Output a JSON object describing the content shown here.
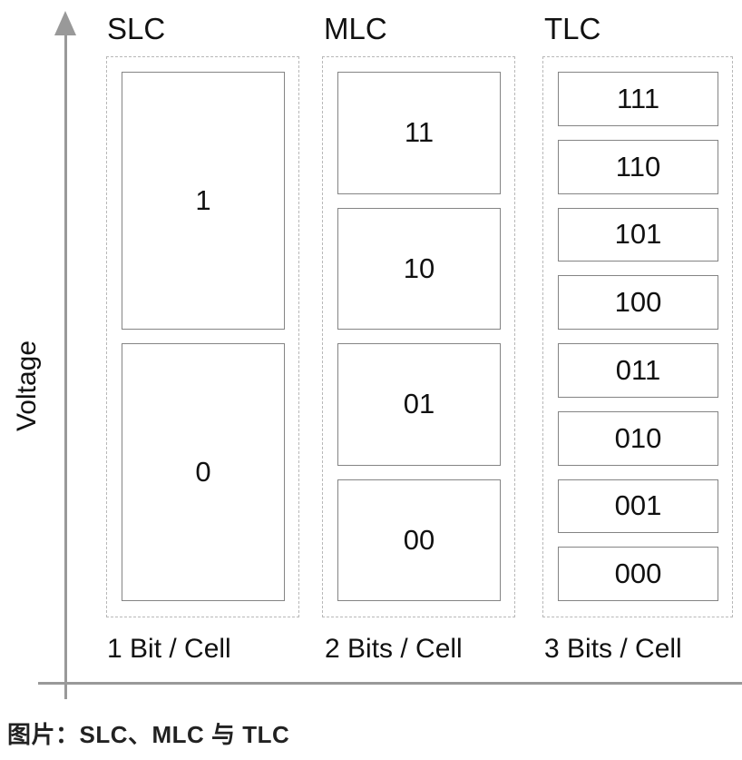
{
  "axis": {
    "y_label": "Voltage"
  },
  "columns": [
    {
      "title": "SLC",
      "bits_label": "1 Bit / Cell",
      "boxes": [
        "1",
        "0"
      ]
    },
    {
      "title": "MLC",
      "bits_label": "2 Bits / Cell",
      "boxes": [
        "11",
        "10",
        "01",
        "00"
      ]
    },
    {
      "title": "TLC",
      "bits_label": "3 Bits / Cell",
      "boxes": [
        "111",
        "110",
        "101",
        "100",
        "011",
        "010",
        "001",
        "000"
      ]
    }
  ],
  "caption": "图片：SLC、MLC 与 TLC",
  "colors": {
    "axis": "#999999",
    "box_border": "#848484",
    "dashed_border": "#b8b8b8",
    "text": "#111111",
    "caption": "#222222"
  }
}
